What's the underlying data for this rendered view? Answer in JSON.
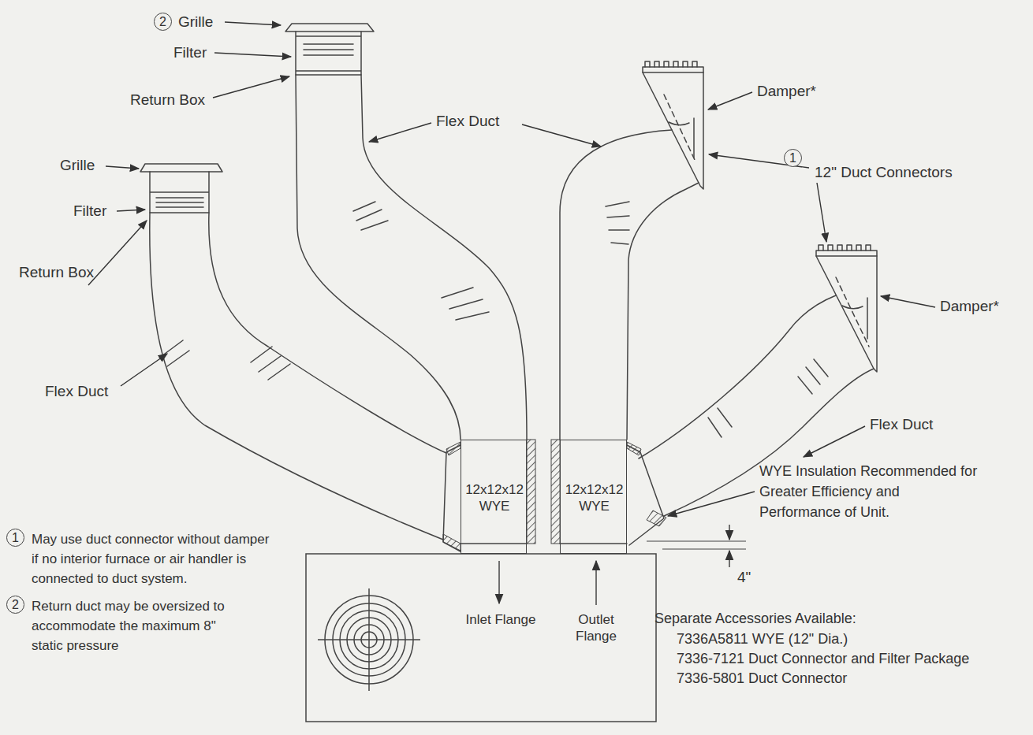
{
  "diagram": {
    "nodes": [
      {
        "text": [
          "Inlet Flange",
          "Outlet Flange"
        ]
      },
      {
        "text": [
          "12x12x12 WYE"
        ]
      },
      {
        "text": [
          "12x12x12 WYE"
        ]
      }
    ],
    "labels": [
      "2",
      "Grille",
      "Filter",
      "Return Box",
      "Flex Duct",
      "Grille",
      "Filter",
      "Return Box",
      "Flex Duct",
      "Damper*",
      "1",
      "12\" Duct Connectors",
      "Damper*",
      "Flex Duct",
      "WYE Insulation Recommended for Greater Efficiency and Performance of Unit.",
      "4\"",
      "1",
      "May use duct connector without damper if no interior furnace or air handler is connected to duct system.",
      "2",
      "Return duct may be oversized to accommodate the maximum 8\" static pressure",
      "Separate Accessories Available:",
      "7336A5811 WYE (12\" Dia.)",
      "7336-7121 Duct Connector and Filter Package",
      "7336-5801 Duct Connector"
    ]
  }
}
